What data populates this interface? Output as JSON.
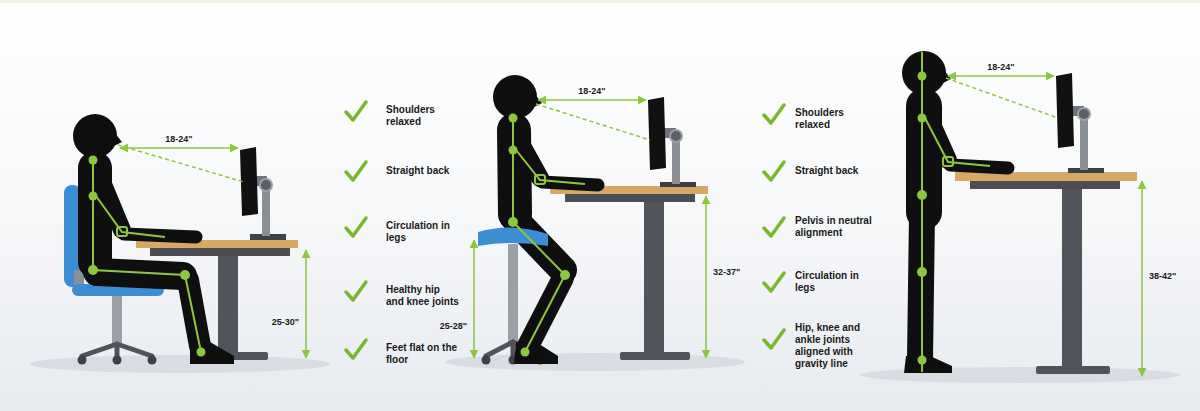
{
  "diagram": {
    "labels": [
      "18-24\"",
      "25-30\"",
      "Shoulders relaxed",
      "Straight back",
      "Circulation in legs",
      "Healthy hip and knee joints",
      "Feet flat on the floor",
      "18-24\"",
      "25-28\"",
      "32-37\"",
      "Shoulders relaxed",
      "Straight back",
      "Pelvis in neutral alignment",
      "Circulation in legs",
      "Hip, knee and ankle joints aligned with gravity line",
      "18-24\"",
      "38-42\""
    ]
  }
}
